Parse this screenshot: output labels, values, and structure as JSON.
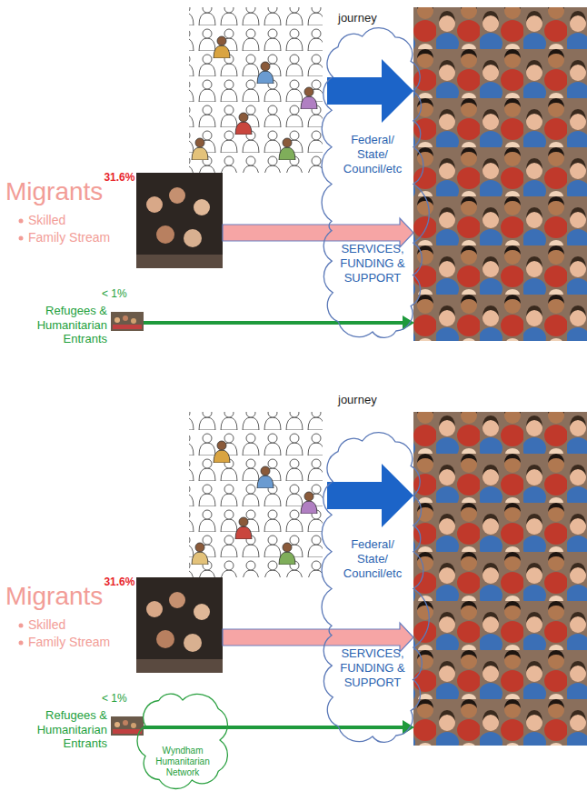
{
  "diagram": {
    "nodes": [
      {
        "text": [
          "Federal/ State/ Council/etc",
          "SERVICES, FUNDING & SUPPORT"
        ]
      },
      {
        "text": [
          "Federal/ State/ Council/etc",
          "SERVICES, FUNDING & SUPPORT"
        ]
      },
      {
        "text": [
          "Wyndham Humanitarian Network"
        ]
      }
    ],
    "labels": [
      "journey",
      "Migrants",
      "31.6%",
      "Skilled",
      "Family Stream",
      "< 1%",
      "Refugees & Humanitarian Entrants",
      "journey",
      "Migrants",
      "31.6%",
      "Skilled",
      "Family Stream",
      "< 1%",
      "Refugees & Humanitarian Entrants"
    ]
  }
}
